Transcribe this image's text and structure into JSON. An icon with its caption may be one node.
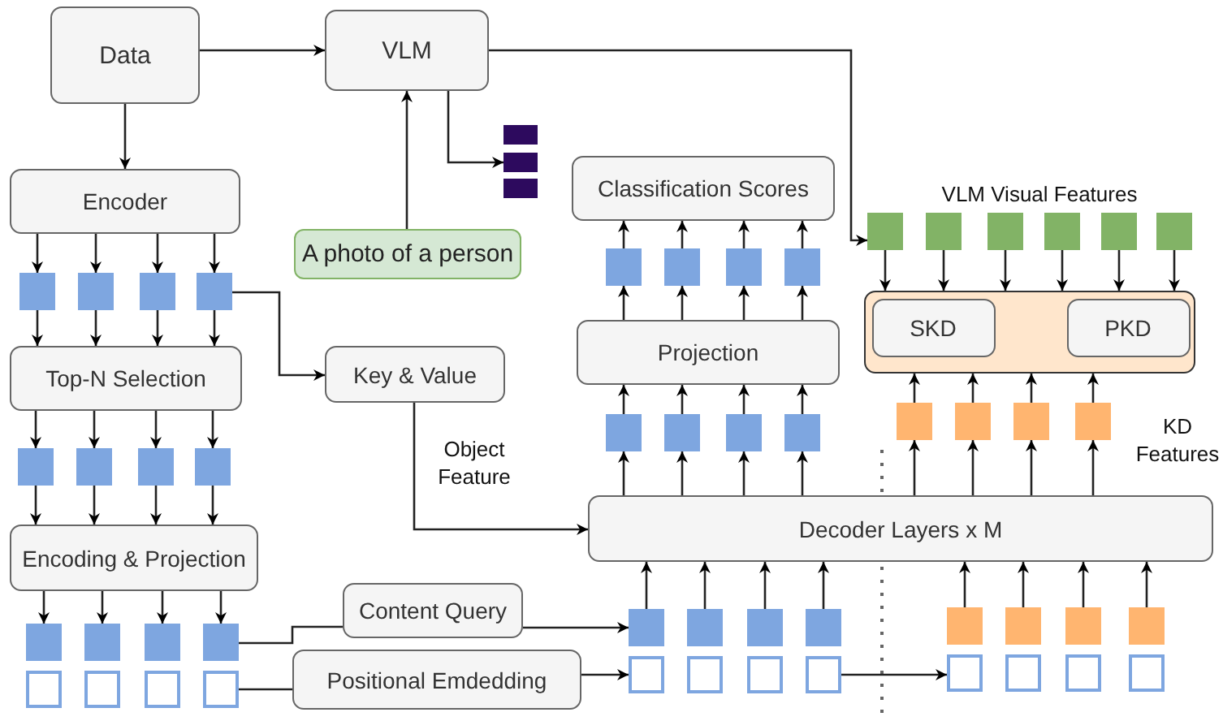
{
  "diagram": {
    "nodes": [
      {
        "text": [
          "Data"
        ]
      },
      {
        "text": [
          "VLM"
        ]
      },
      {
        "text": [
          "Encoder"
        ]
      },
      {
        "text": [],
        "shape": "box"
      },
      {
        "text": [],
        "shape": "box"
      },
      {
        "text": [],
        "shape": "box"
      },
      {
        "text": [],
        "shape": "box"
      },
      {
        "text": [
          "Top-N Selection"
        ]
      },
      {
        "text": [],
        "shape": "box"
      },
      {
        "text": [],
        "shape": "box"
      },
      {
        "text": [],
        "shape": "box"
      },
      {
        "text": [],
        "shape": "box"
      },
      {
        "text": [
          "Encoding & Projection"
        ]
      },
      {
        "text": [],
        "shape": "box"
      },
      {
        "text": [],
        "shape": "box"
      },
      {
        "text": [],
        "shape": "box"
      },
      {
        "text": [],
        "shape": "box"
      },
      {
        "text": [],
        "shape": "box"
      },
      {
        "text": [],
        "shape": "box"
      },
      {
        "text": [],
        "shape": "box"
      },
      {
        "text": [],
        "shape": "box"
      },
      {
        "text": [
          "Key & Value"
        ]
      },
      {
        "text": [
          "A photo of a person"
        ]
      },
      {
        "text": [],
        "shape": "bar"
      },
      {
        "text": [
          "Content Query"
        ]
      },
      {
        "text": [
          "Positional Emdedding"
        ]
      },
      {
        "text": [
          "Classification Scores"
        ]
      },
      {
        "text": [],
        "shape": "box"
      },
      {
        "text": [],
        "shape": "box"
      },
      {
        "text": [],
        "shape": "box"
      },
      {
        "text": [],
        "shape": "box"
      },
      {
        "text": [
          "Projection"
        ]
      },
      {
        "text": [],
        "shape": "box"
      },
      {
        "text": [],
        "shape": "box"
      },
      {
        "text": [],
        "shape": "box"
      },
      {
        "text": [],
        "shape": "box"
      },
      {
        "text": [
          "Decoder Layers x M"
        ]
      },
      {
        "text": [],
        "shape": "box"
      },
      {
        "text": [],
        "shape": "box"
      },
      {
        "text": [],
        "shape": "box"
      },
      {
        "text": [],
        "shape": "box"
      },
      {
        "text": [],
        "shape": "box"
      },
      {
        "text": [],
        "shape": "box"
      },
      {
        "text": [],
        "shape": "box"
      },
      {
        "text": [],
        "shape": "box"
      },
      {
        "text": [],
        "shape": "box"
      },
      {
        "text": [],
        "shape": "box"
      },
      {
        "text": [],
        "shape": "box"
      },
      {
        "text": [],
        "shape": "box"
      },
      {
        "text": [],
        "shape": "box"
      },
      {
        "text": [],
        "shape": "box"
      },
      {
        "text": [],
        "shape": "box"
      },
      {
        "text": [],
        "shape": "box"
      },
      {
        "text": [],
        "shape": "box"
      },
      {
        "text": [
          "SKD"
        ],
        "in": 53
      },
      {
        "text": [
          "PKD"
        ],
        "in": 53
      },
      {
        "text": [],
        "shape": "box"
      },
      {
        "text": [],
        "shape": "box"
      },
      {
        "text": [],
        "shape": "box"
      },
      {
        "text": [],
        "shape": "box"
      },
      {
        "text": [],
        "shape": "box"
      },
      {
        "text": [],
        "shape": "box"
      },
      {
        "text": [],
        "shape": "box"
      },
      {
        "text": [],
        "shape": "box"
      },
      {
        "text": [],
        "shape": "box"
      },
      {
        "text": [],
        "shape": "box"
      }
    ],
    "edges": [
      {
        "from": 0,
        "to": 1,
        "arrow": "to"
      },
      {
        "from": 0,
        "to": 2,
        "arrow": "to"
      },
      {
        "from": 2,
        "to": 3,
        "arrow": "to"
      },
      {
        "from": 2,
        "to": 4,
        "arrow": "to"
      },
      {
        "from": 2,
        "to": 5,
        "arrow": "to"
      },
      {
        "from": 2,
        "to": 6,
        "arrow": "to"
      },
      {
        "from": 3,
        "to": 7,
        "arrow": "to"
      },
      {
        "from": 4,
        "to": 7,
        "arrow": "to"
      },
      {
        "from": 5,
        "to": 7,
        "arrow": "to"
      },
      {
        "from": 6,
        "to": 7,
        "arrow": "to"
      },
      {
        "from": 6,
        "to": 21,
        "arrow": "to"
      },
      {
        "from": 7,
        "to": 8,
        "arrow": "to"
      },
      {
        "from": 7,
        "to": 9,
        "arrow": "to"
      },
      {
        "from": 7,
        "to": 10,
        "arrow": "to"
      },
      {
        "from": 7,
        "to": 11,
        "arrow": "to"
      },
      {
        "from": 8,
        "to": 12,
        "arrow": "to"
      },
      {
        "from": 9,
        "to": 12,
        "arrow": "to"
      },
      {
        "from": 10,
        "to": 12,
        "arrow": "to"
      },
      {
        "from": 11,
        "to": 12,
        "arrow": "to"
      },
      {
        "from": 12,
        "to": 13,
        "arrow": "to"
      },
      {
        "from": 12,
        "to": 14,
        "arrow": "to"
      },
      {
        "from": 12,
        "to": 15,
        "arrow": "to"
      },
      {
        "from": 12,
        "to": 16,
        "arrow": "to"
      },
      {
        "from": 16,
        "to": 24,
        "arrow": "none"
      },
      {
        "from": 20,
        "to": 25,
        "arrow": "none"
      },
      {
        "from": 21,
        "to": 36,
        "arrow": "to",
        "label": "Object Feature"
      },
      {
        "from": 24,
        "to": 37,
        "arrow": "to"
      },
      {
        "from": 25,
        "to": 45,
        "arrow": "to"
      },
      {
        "from": 22,
        "to": 1,
        "arrow": "to"
      },
      {
        "from": 1,
        "to": 23,
        "arrow": "to"
      },
      {
        "from": 1,
        "to": 56,
        "arrow": "to"
      },
      {
        "from": 37,
        "to": 36,
        "arrow": "to"
      },
      {
        "from": 38,
        "to": 36,
        "arrow": "to"
      },
      {
        "from": 39,
        "to": 36,
        "arrow": "to"
      },
      {
        "from": 40,
        "to": 36,
        "arrow": "to"
      },
      {
        "from": 41,
        "to": 36,
        "arrow": "to"
      },
      {
        "from": 42,
        "to": 36,
        "arrow": "to"
      },
      {
        "from": 43,
        "to": 36,
        "arrow": "to"
      },
      {
        "from": 44,
        "to": 36,
        "arrow": "to"
      },
      {
        "from": 48,
        "to": 49,
        "arrow": "to"
      },
      {
        "from": 36,
        "to": 32,
        "arrow": "to"
      },
      {
        "from": 36,
        "to": 33,
        "arrow": "to"
      },
      {
        "from": 36,
        "to": 34,
        "arrow": "to"
      },
      {
        "from": 36,
        "to": 35,
        "arrow": "to"
      },
      {
        "from": 32,
        "to": 31,
        "arrow": "to"
      },
      {
        "from": 33,
        "to": 31,
        "arrow": "to"
      },
      {
        "from": 34,
        "to": 31,
        "arrow": "to"
      },
      {
        "from": 35,
        "to": 31,
        "arrow": "to"
      },
      {
        "from": 31,
        "to": 27,
        "arrow": "to"
      },
      {
        "from": 31,
        "to": 28,
        "arrow": "to"
      },
      {
        "from": 31,
        "to": 29,
        "arrow": "to"
      },
      {
        "from": 31,
        "to": 30,
        "arrow": "to"
      },
      {
        "from": 27,
        "to": 26,
        "arrow": "to"
      },
      {
        "from": 28,
        "to": 26,
        "arrow": "to"
      },
      {
        "from": 29,
        "to": 26,
        "arrow": "to"
      },
      {
        "from": 30,
        "to": 26,
        "arrow": "to"
      },
      {
        "from": 36,
        "to": 62,
        "arrow": "to"
      },
      {
        "from": 36,
        "to": 63,
        "arrow": "to"
      },
      {
        "from": 36,
        "to": 64,
        "arrow": "to"
      },
      {
        "from": 36,
        "to": 65,
        "arrow": "to"
      },
      {
        "from": 62,
        "to": 53,
        "arrow": "to"
      },
      {
        "from": 63,
        "to": 53,
        "arrow": "to"
      },
      {
        "from": 64,
        "to": 53,
        "arrow": "to"
      },
      {
        "from": 65,
        "to": 53,
        "arrow": "to"
      },
      {
        "from": 56,
        "to": 53,
        "arrow": "to"
      },
      {
        "from": 57,
        "to": 53,
        "arrow": "to"
      },
      {
        "from": 58,
        "to": 53,
        "arrow": "to"
      },
      {
        "from": 59,
        "to": 53,
        "arrow": "to"
      },
      {
        "from": 60,
        "to": 53,
        "arrow": "to"
      },
      {
        "from": 61,
        "to": 53,
        "arrow": "to"
      }
    ],
    "labels": [
      "VLM Visual Features",
      "KD Features"
    ]
  }
}
